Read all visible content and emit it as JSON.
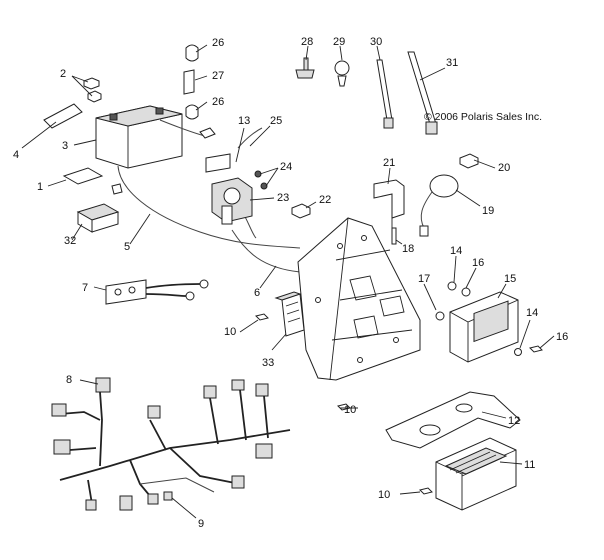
{
  "copyright": "© 2006 Polaris Sales Inc.",
  "callouts": [
    {
      "id": "c1",
      "label": "1"
    },
    {
      "id": "c2",
      "label": "2"
    },
    {
      "id": "c3",
      "label": "3"
    },
    {
      "id": "c4",
      "label": "4"
    },
    {
      "id": "c5",
      "label": "5"
    },
    {
      "id": "c6",
      "label": "6"
    },
    {
      "id": "c7",
      "label": "7"
    },
    {
      "id": "c8",
      "label": "8"
    },
    {
      "id": "c9",
      "label": "9"
    },
    {
      "id": "c10a",
      "label": "10"
    },
    {
      "id": "c10b",
      "label": "10"
    },
    {
      "id": "c10c",
      "label": "10"
    },
    {
      "id": "c11",
      "label": "11"
    },
    {
      "id": "c12",
      "label": "12"
    },
    {
      "id": "c13",
      "label": "13"
    },
    {
      "id": "c14a",
      "label": "14"
    },
    {
      "id": "c14b",
      "label": "14"
    },
    {
      "id": "c15",
      "label": "15"
    },
    {
      "id": "c16a",
      "label": "16"
    },
    {
      "id": "c16b",
      "label": "16"
    },
    {
      "id": "c17",
      "label": "17"
    },
    {
      "id": "c18",
      "label": "18"
    },
    {
      "id": "c19",
      "label": "19"
    },
    {
      "id": "c20",
      "label": "20"
    },
    {
      "id": "c21",
      "label": "21"
    },
    {
      "id": "c22",
      "label": "22"
    },
    {
      "id": "c23",
      "label": "23"
    },
    {
      "id": "c24",
      "label": "24"
    },
    {
      "id": "c25",
      "label": "25"
    },
    {
      "id": "c26a",
      "label": "26"
    },
    {
      "id": "c26b",
      "label": "26"
    },
    {
      "id": "c27",
      "label": "27"
    },
    {
      "id": "c28",
      "label": "28"
    },
    {
      "id": "c29",
      "label": "29"
    },
    {
      "id": "c30",
      "label": "30"
    },
    {
      "id": "c31",
      "label": "31"
    },
    {
      "id": "c32",
      "label": "32"
    },
    {
      "id": "c33",
      "label": "33"
    }
  ]
}
